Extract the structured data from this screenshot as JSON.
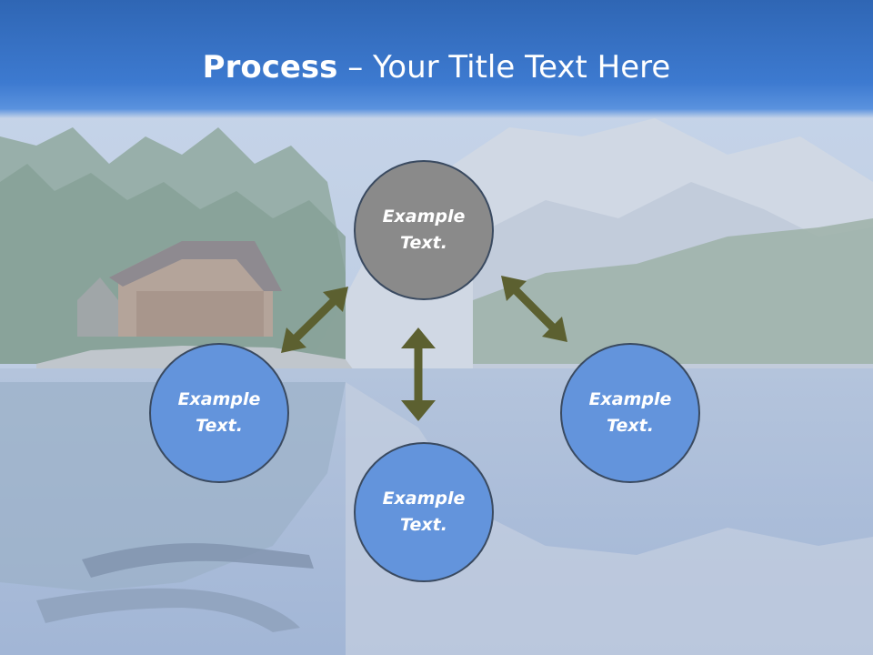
{
  "slide": {
    "title_strong": "Process",
    "title_dash": " – ",
    "title_rest": "Your Title Text Here"
  },
  "circles": [
    {
      "line1": "Example",
      "line2": "Text.",
      "fill": "#8a8a8a"
    },
    {
      "line1": "Example",
      "line2": "Text.",
      "fill": "#6394dc"
    },
    {
      "line1": "Example",
      "line2": "Text.",
      "fill": "#6394dc"
    },
    {
      "line1": "Example",
      "line2": "Text.",
      "fill": "#6394dc"
    }
  ],
  "colors": {
    "header": "#3d7ad0",
    "arrow": "#5c6030",
    "circle_border": "#3a4a60"
  }
}
